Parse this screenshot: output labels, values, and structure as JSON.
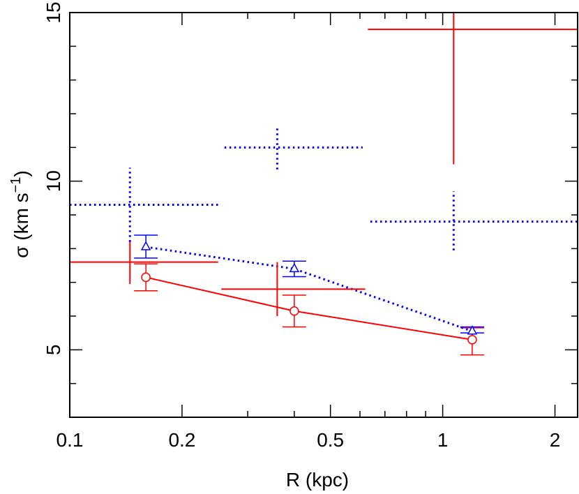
{
  "chart_data": {
    "type": "scatter",
    "title": "",
    "xlabel": "R (kpc)",
    "ylabel_parts": [
      "σ",
      " (km s",
      "−1",
      ")"
    ],
    "x_scale": "log",
    "xlim": [
      0.1,
      2.3
    ],
    "ylim": [
      3,
      15
    ],
    "x_ticks_major": [
      {
        "value": 0.1,
        "label": "0.1"
      },
      {
        "value": 0.2,
        "label": "0.2"
      },
      {
        "value": 0.5,
        "label": "0.5"
      },
      {
        "value": 1,
        "label": "1"
      },
      {
        "value": 2,
        "label": "2"
      }
    ],
    "x_ticks_minor": [
      0.3,
      0.4,
      0.6,
      0.7,
      0.8,
      0.9
    ],
    "y_ticks_major": [
      {
        "value": 5,
        "label": "5"
      },
      {
        "value": 10,
        "label": "10"
      },
      {
        "value": 15,
        "label": "15"
      }
    ],
    "y_ticks_minor": [
      3,
      4,
      6,
      7,
      8,
      9,
      11,
      12,
      13,
      14
    ],
    "colors": {
      "red": "#ff0000",
      "blue": "#0000ff",
      "axis": "#000000"
    },
    "series": [
      {
        "marker": "circle",
        "color": "#ff0000",
        "line": "solid",
        "points": [
          {
            "x": 0.16,
            "y": 7.15,
            "ylo": 6.75,
            "yhi": 7.55
          },
          {
            "x": 0.4,
            "y": 6.15,
            "ylo": 5.68,
            "yhi": 6.62
          },
          {
            "x": 1.2,
            "y": 5.3,
            "ylo": 4.85,
            "yhi": 5.65
          }
        ]
      },
      {
        "marker": "triangle",
        "color": "#0000ff",
        "line": "dotted",
        "points": [
          {
            "x": 0.16,
            "y": 8.05,
            "ylo": 7.72,
            "yhi": 8.4
          },
          {
            "x": 0.4,
            "y": 7.4,
            "ylo": 7.17,
            "yhi": 7.63
          },
          {
            "x": 1.2,
            "y": 5.55,
            "ylo": 5.5,
            "yhi": 5.68
          }
        ]
      },
      {
        "marker": "cross",
        "color": "#ff0000",
        "line": "solid",
        "points": [
          {
            "x": 0.145,
            "y": 7.6,
            "xlo": 0.1,
            "xhi": 0.25,
            "ylo": 6.95,
            "yhi": 8.25
          },
          {
            "x": 0.36,
            "y": 6.8,
            "xlo": 0.255,
            "xhi": 0.62,
            "ylo": 6.0,
            "yhi": 7.6
          },
          {
            "x": 1.07,
            "y": 14.5,
            "xlo": 0.63,
            "xhi": 2.3,
            "ylo": 10.5,
            "yhi": 15
          }
        ]
      },
      {
        "marker": "cross",
        "color": "#0000ff",
        "line": "dotted",
        "points": [
          {
            "x": 0.145,
            "y": 9.3,
            "xlo": 0.1,
            "xhi": 0.25,
            "ylo": 8.2,
            "yhi": 10.4
          },
          {
            "x": 0.36,
            "y": 11.0,
            "xlo": 0.26,
            "xhi": 0.61,
            "ylo": 10.35,
            "yhi": 11.6
          },
          {
            "x": 1.07,
            "y": 8.8,
            "xlo": 0.64,
            "xhi": 2.3,
            "ylo": 7.95,
            "yhi": 9.7
          }
        ]
      }
    ]
  }
}
